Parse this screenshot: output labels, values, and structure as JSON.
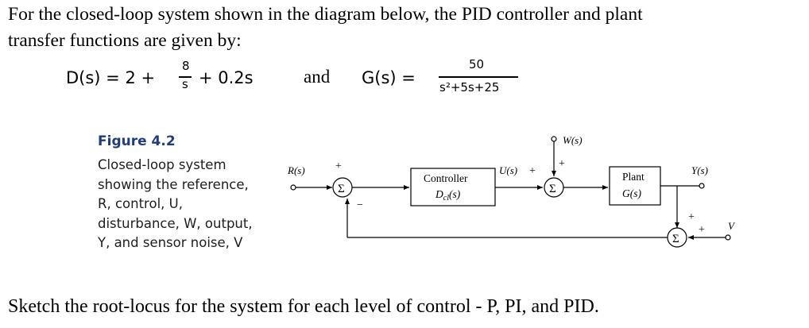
{
  "intro": {
    "line1": "For the closed-loop system shown in the diagram below, the PID controller and plant",
    "line2": "transfer functions are given by:"
  },
  "equation": {
    "d_lhs": "D(s) = 2 +",
    "d_frac_num": "8",
    "d_frac_den": "s",
    "d_rest": "+ 0.2s",
    "and": "and",
    "g_lhs": "G(s) =",
    "g_num": "50",
    "g_den": "s²+5s+25"
  },
  "figure": {
    "title": "Figure 4.2",
    "caption_lines": [
      "Closed-loop system",
      "showing the reference,",
      "R, control, U,",
      "disturbance, W, output,",
      "Y, and sensor noise, V"
    ]
  },
  "diagram": {
    "R": "R(s)",
    "W": "W(s)",
    "U": "U(s)",
    "Y": "Y(s)",
    "V": "V",
    "sigma": "Σ",
    "plus": "+",
    "minus": "−",
    "controller_title": "Controller",
    "controller_tf": "D",
    "controller_sub": "cl",
    "controller_arg": "(s)",
    "plant_title": "Plant",
    "plant_tf": "G(s)"
  },
  "question": "Sketch the root-locus for the system for each level of control - P, PI, and PID."
}
